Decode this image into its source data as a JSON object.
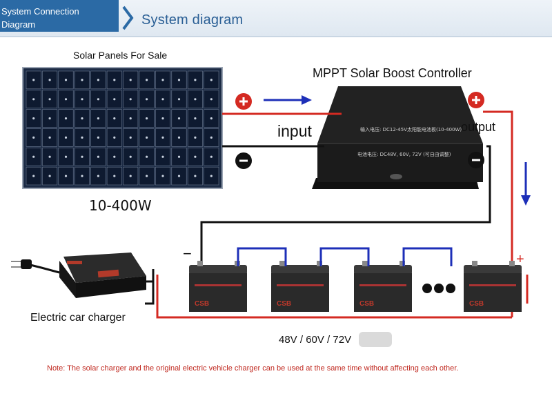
{
  "header": {
    "left_line1": "System Connection",
    "left_line2": "Diagram",
    "title": "System diagram"
  },
  "diagram": {
    "solar_title": "Solar Panels For Sale",
    "solar_power": "10-400W",
    "controller_title": "MPPT Solar Boost Controller",
    "input_label": "input",
    "output_label": "output",
    "plus_sign": "+",
    "minus_sign": "−",
    "charger_label": "Electric car charger",
    "voltage_label": "48V / 60V / 72V",
    "controller_line1": "输入电压:  DC12-45V太阳能电池板(10-400W)",
    "controller_line2": "电池电压:  DC48V, 60V, 72V (可自由调整)",
    "battery_brand": "CSB",
    "wire_red": "#d42a22",
    "wire_black": "#111111",
    "wire_blue": "#1d2fb8"
  },
  "note": "Note: The solar charger and the original electric vehicle charger can be used at the same time without affecting each other."
}
